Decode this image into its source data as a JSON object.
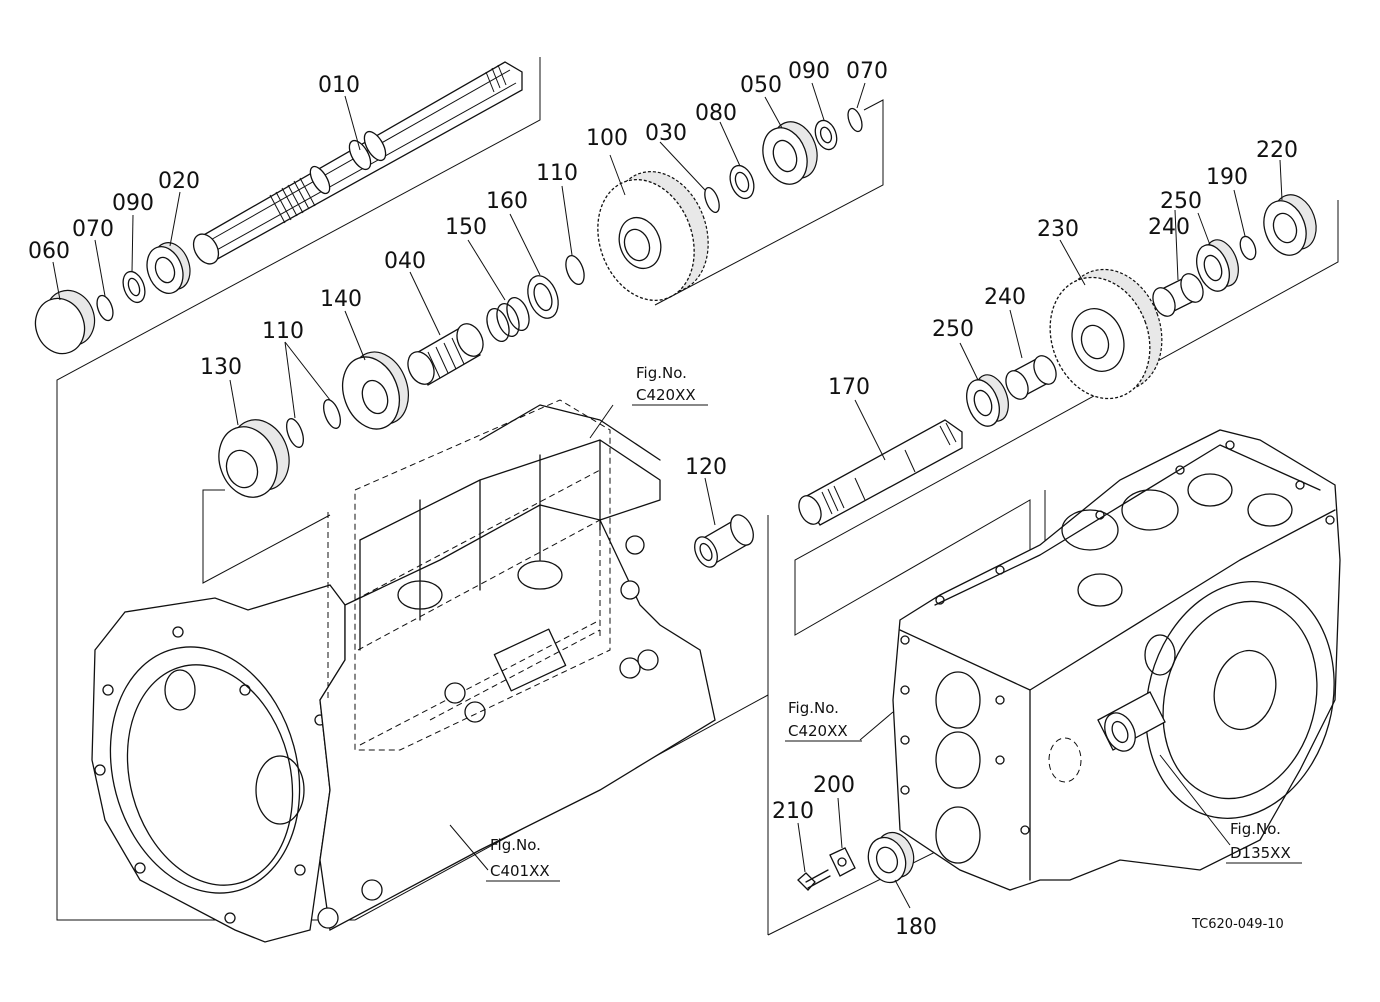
{
  "parts": {
    "p010": "010",
    "p020": "020",
    "p030": "030",
    "p040": "040",
    "p050": "050",
    "p060": "060",
    "p070a": "070",
    "p070b": "070",
    "p080": "080",
    "p090a": "090",
    "p090b": "090",
    "p100": "100",
    "p110a": "110",
    "p110b": "110",
    "p120": "120",
    "p130": "130",
    "p140": "140",
    "p150": "150",
    "p160": "160",
    "p170": "170",
    "p180": "180",
    "p190": "190",
    "p200": "200",
    "p210": "210",
    "p220": "220",
    "p230": "230",
    "p240a": "240",
    "p240b": "240",
    "p250a": "250",
    "p250b": "250"
  },
  "figrefs": {
    "c420_top": {
      "prefix": "Fig.No.",
      "code": "C420XX"
    },
    "c420_right": {
      "prefix": "Fig.No.",
      "code": "C420XX"
    },
    "c401": {
      "prefix": "Fig.No.",
      "code": "C401XX"
    },
    "d135": {
      "prefix": "Fig.No.",
      "code": "D135XX"
    }
  },
  "drawing_code": "TC620-049-10"
}
